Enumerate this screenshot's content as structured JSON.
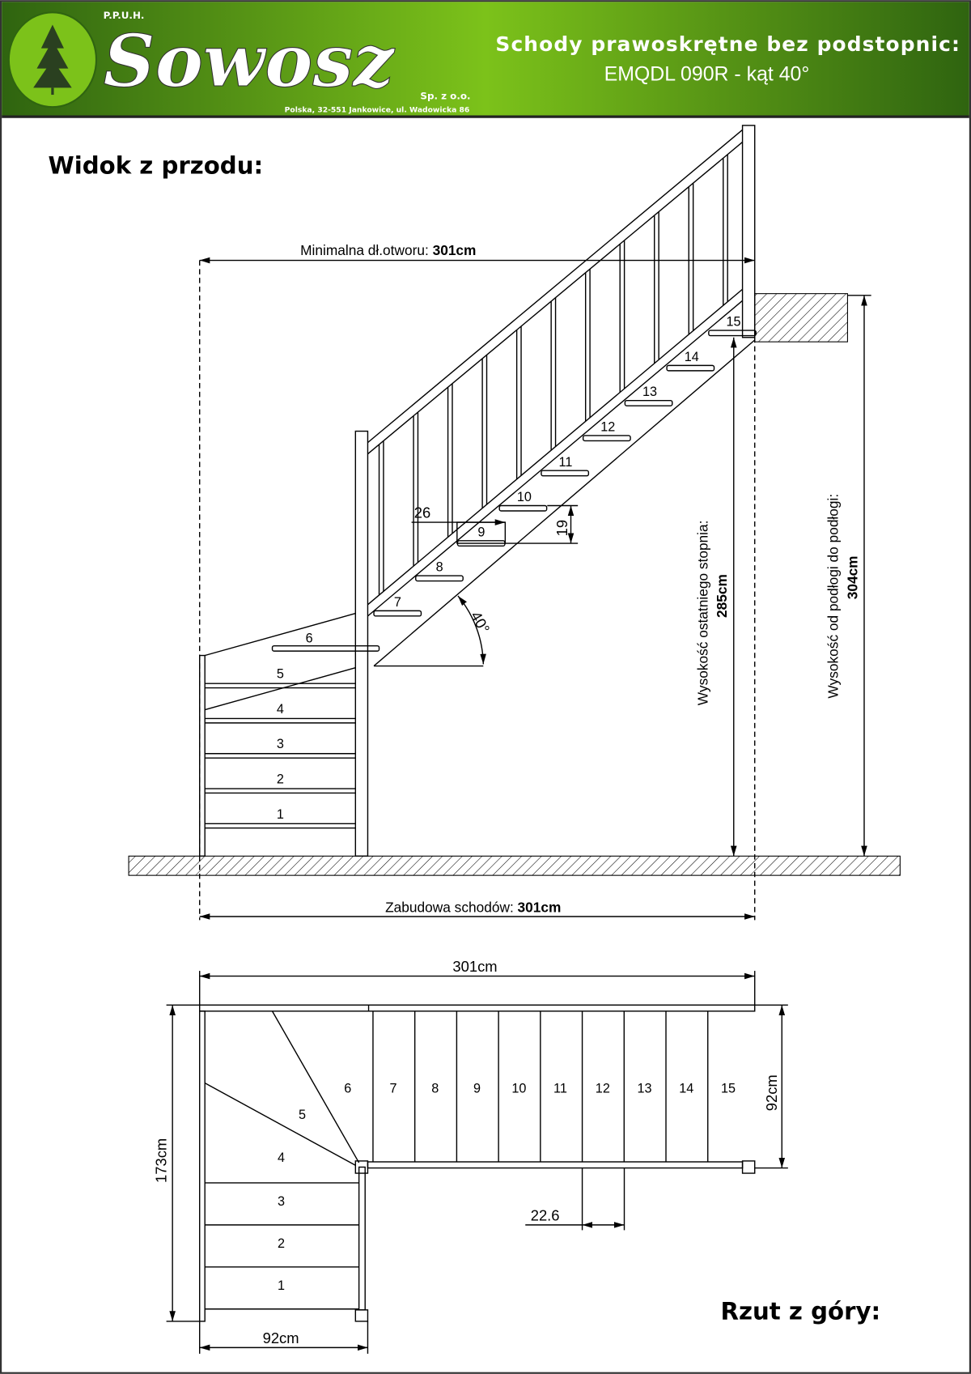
{
  "header": {
    "company_prefix": "P.P.U.H.",
    "logo_text": "Sowosz",
    "company_suffix": "Sp. z o.o.",
    "address": "Polska, 32-551 Jankowice, ul. Wadowicka 86",
    "title_line1": "Schody prawoskrętne bez podstopnic:",
    "title_line2": "EMQDL 090R - kąt 40°",
    "colors": {
      "green_light": "#7cc21a",
      "green_dark": "#2f6410"
    }
  },
  "front_view": {
    "heading": "Widok z przodu:",
    "opening_label": "Minimalna dł.otworu: ",
    "opening_value": "301cm",
    "footprint_label": "Zabudowa schodów: ",
    "footprint_value": "301cm",
    "last_step_label": "Wysokość ostatniego stopnia:",
    "last_step_value": "285cm",
    "floor_height_label": "Wysokość od podłogi do podłogi:",
    "floor_height_value": "304cm",
    "tread_depth": "26",
    "riser_height": "19",
    "angle": "40°",
    "steps": [
      "1",
      "2",
      "3",
      "4",
      "5",
      "6",
      "7",
      "8",
      "9",
      "10",
      "11",
      "12",
      "13",
      "14",
      "15"
    ]
  },
  "top_view": {
    "heading": "Rzut z góry:",
    "length": "301cm",
    "depth_total": "173cm",
    "width_upper": "92cm",
    "width_lower": "92cm",
    "tread_spacing": "22.6",
    "steps": [
      "1",
      "2",
      "3",
      "4",
      "5",
      "6",
      "7",
      "8",
      "9",
      "10",
      "11",
      "12",
      "13",
      "14",
      "15"
    ]
  }
}
